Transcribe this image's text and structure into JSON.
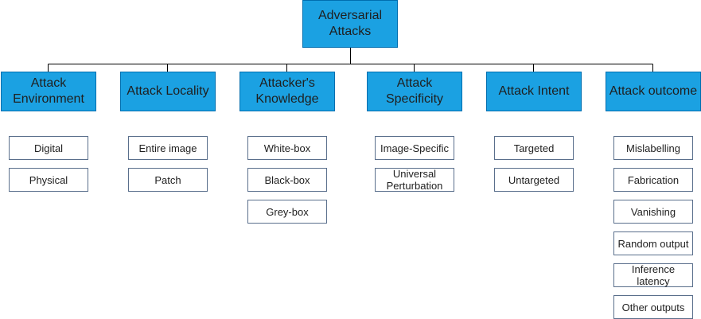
{
  "root": {
    "label": "Adversarial\nAttacks"
  },
  "categories": [
    {
      "label": "Attack\nEnvironment",
      "items": [
        "Digital",
        "Physical"
      ]
    },
    {
      "label": "Attack Locality",
      "items": [
        "Entire image",
        "Patch"
      ]
    },
    {
      "label": "Attacker's\nKnowledge",
      "items": [
        "White-box",
        "Black-box",
        "Grey-box"
      ]
    },
    {
      "label": "Attack\nSpecificity",
      "items": [
        "Image-Specific",
        "Universal\nPerturbation"
      ]
    },
    {
      "label": "Attack Intent",
      "items": [
        "Targeted",
        "Untargeted"
      ]
    },
    {
      "label": "Attack outcome",
      "items": [
        "Mislabelling",
        "Fabrication",
        "Vanishing",
        "Random output",
        "Inference\nlatency",
        "Other outputs"
      ]
    }
  ],
  "colors": {
    "box_fill": "#1ba1e2",
    "box_border": "#006eaf",
    "leaf_border": "#5a6f8c",
    "connector": "#000000"
  }
}
